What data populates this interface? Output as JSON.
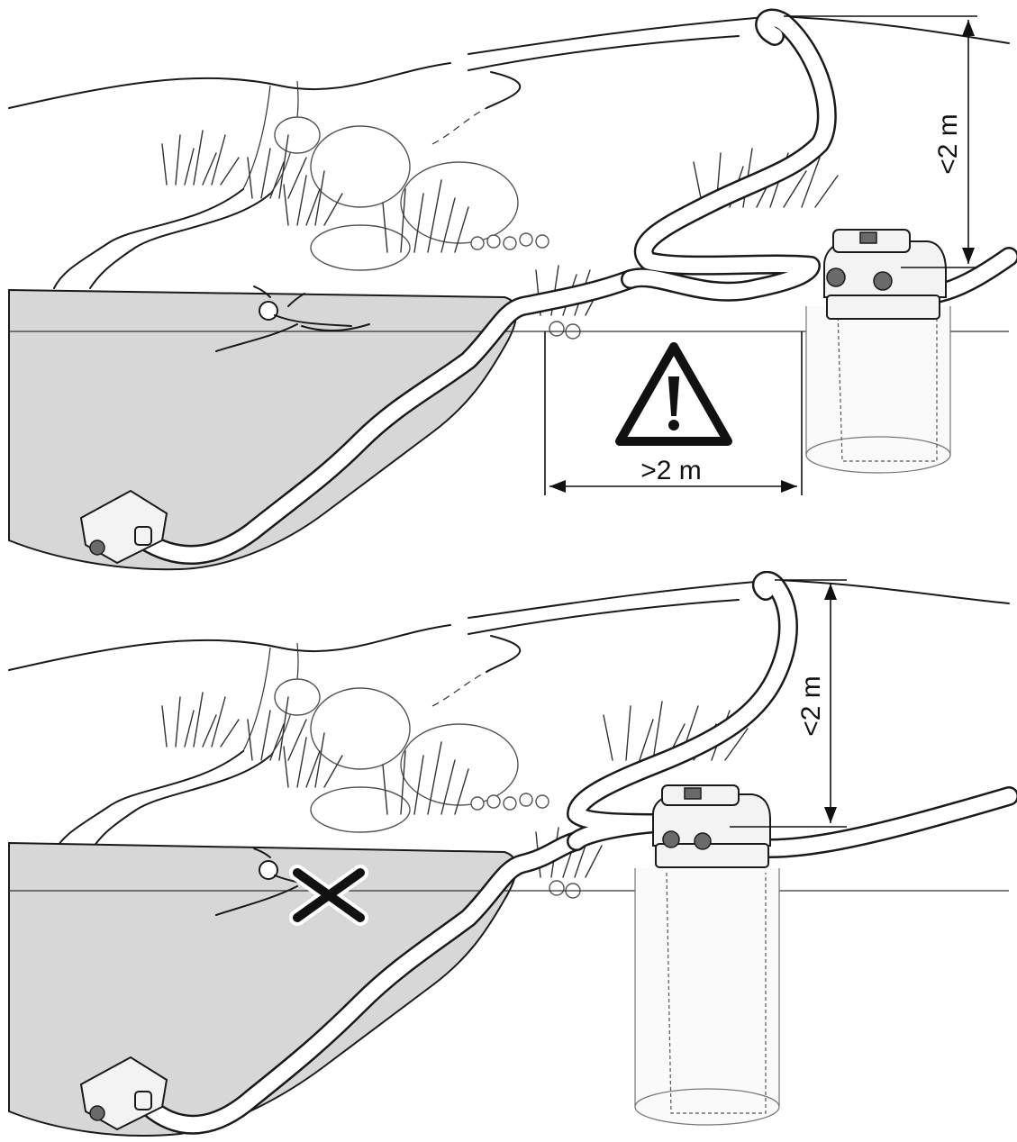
{
  "panels": [
    {
      "id": "top",
      "height_label": "<2 m",
      "distance_label": ">2 m",
      "marker": "warning-triangle"
    },
    {
      "id": "bottom",
      "height_label": "<2 m",
      "marker": "prohibited-x"
    }
  ],
  "icons": {
    "warning": "warning-triangle-icon",
    "prohibited": "prohibited-x-icon"
  },
  "colors": {
    "water": "#d7d7d7",
    "line": "#1a1a1a",
    "background": "#ffffff"
  }
}
